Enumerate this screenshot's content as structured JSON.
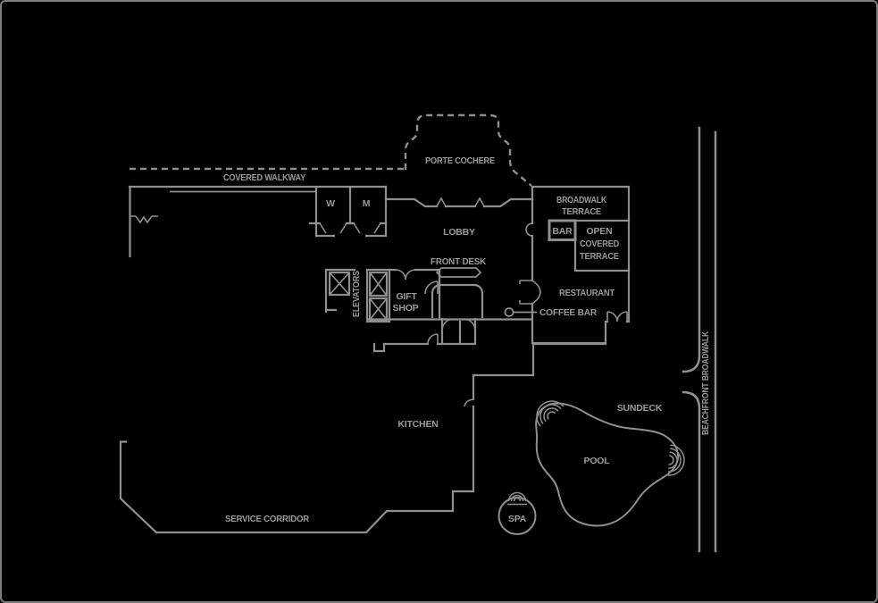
{
  "drawing": {
    "type": "floor-plan",
    "theme": "resort ground floor site plan, gray line art on black"
  },
  "colors": {
    "background": "#000000",
    "line": "#8f8f8f",
    "text": "#9a9a9a",
    "border": "#7d7d7d"
  },
  "labels": {
    "covered_walkway": "COVERED WALKWAY",
    "porte_cochere": "PORTE COCHERE",
    "womens_restroom": "W",
    "mens_restroom": "M",
    "lobby": "LOBBY",
    "broadwalk_terrace_line1": "BROADWALK",
    "broadwalk_terrace_line2": "TERRACE",
    "bar": "BAR",
    "open_covered_terrace_line1": "OPEN",
    "open_covered_terrace_line2": "COVERED",
    "open_covered_terrace_line3": "TERRACE",
    "front_desk": "FRONT DESK",
    "elevators": "ELEVATORS",
    "gift_shop_line1": "GIFT",
    "gift_shop_line2": "SHOP",
    "restaurant": "RESTAURANT",
    "coffee_bar": "COFFEE BAR",
    "kitchen": "KITCHEN",
    "service_corridor": "SERVICE CORRIDOR",
    "sundeck": "SUNDECK",
    "pool": "POOL",
    "spa": "SPA",
    "beachfront_broadwalk": "BEACHFRONT BROADWALK"
  }
}
